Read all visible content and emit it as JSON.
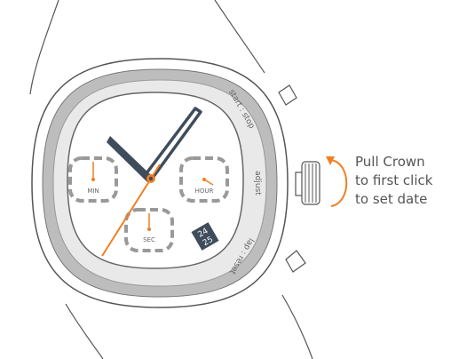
{
  "instruction": {
    "lines": [
      "Pull Crown",
      "to first click",
      "to set date"
    ]
  },
  "bezel_text": {
    "start_stop": "start : stop",
    "adjust": "adjust",
    "lap_reset": "lap : reset"
  },
  "subdials": {
    "min": "MIN",
    "hour": "HOUR",
    "sec": "SEC"
  },
  "date_window": {
    "top": "24",
    "bottom": "25"
  },
  "colors": {
    "accent": "#f07f22",
    "hand": "#3e4c5c",
    "bezel": "#bdbdbd",
    "line": "#555555"
  }
}
